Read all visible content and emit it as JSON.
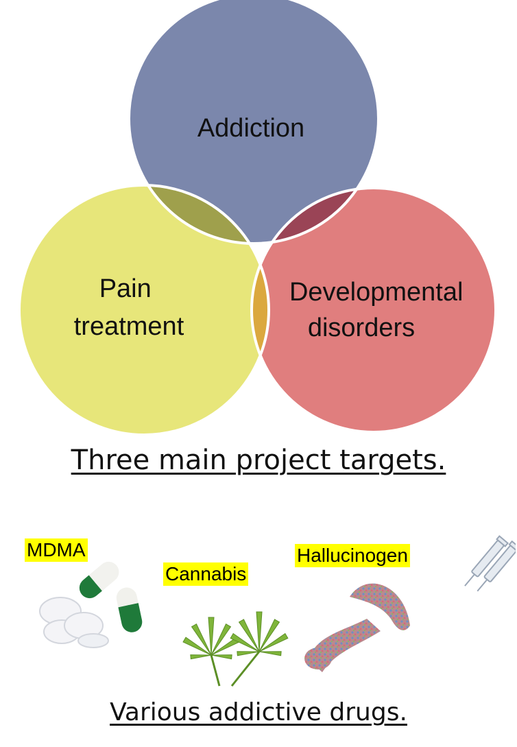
{
  "venn": {
    "circles": [
      {
        "id": "addiction",
        "lines": [
          "Addiction"
        ],
        "color": "#7b87ac"
      },
      {
        "id": "pain",
        "lines": [
          "Pain",
          "treatment"
        ],
        "color": "#e7e67a"
      },
      {
        "id": "developmental",
        "lines": [
          "Developmental",
          "disorders"
        ],
        "color": "#e07e7e"
      }
    ],
    "overlap_colors": {
      "addiction_pain": "#9fa04c",
      "addiction_developmental": "#9a4456",
      "pain_developmental": "#dba83e"
    },
    "caption": "Three main project targets."
  },
  "drugs": {
    "items": [
      {
        "id": "mdma",
        "label": "MDMA",
        "icon": "pills-icon"
      },
      {
        "id": "cannabis",
        "label": "Cannabis",
        "icon": "cannabis-leaf-icon"
      },
      {
        "id": "hallucinogen",
        "label": "Hallucinogen",
        "icon": "mushroom-icon"
      },
      {
        "id": "syringe",
        "label": "",
        "icon": "syringe-icon"
      }
    ],
    "label_highlight": "#ffff00",
    "caption": "Various addictive drugs."
  }
}
